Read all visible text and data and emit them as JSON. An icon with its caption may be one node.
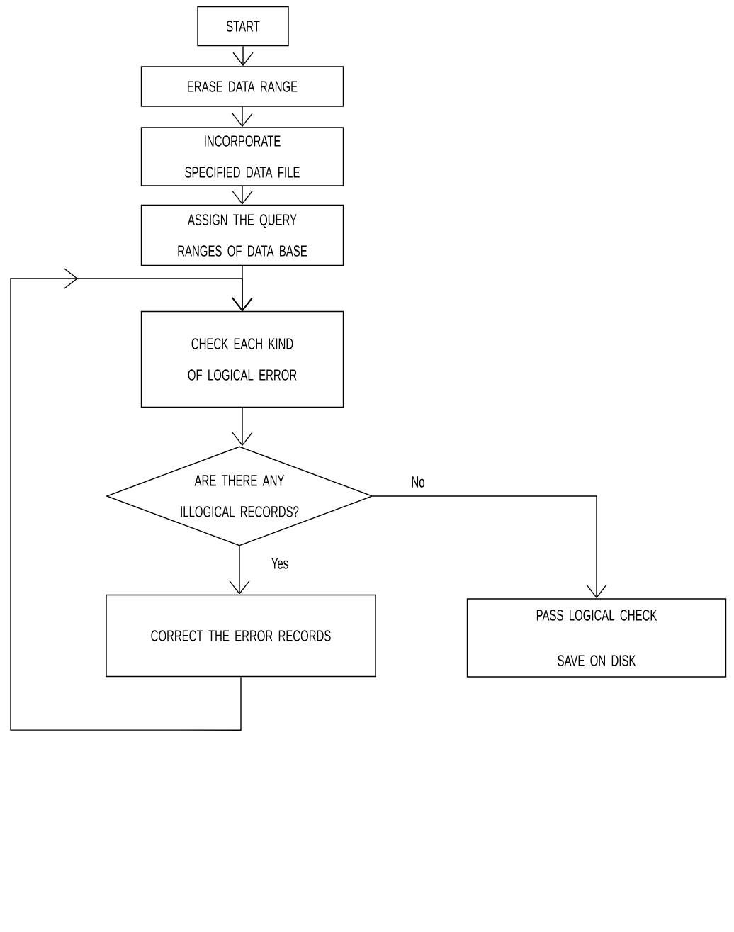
{
  "diagram": {
    "nodes": [
      {
        "text": [
          "START"
        ]
      },
      {
        "text": [
          "ERASE DATA RANGE"
        ]
      },
      {
        "text": [
          "INCORPORATE SPECIFIED DATA FILE"
        ]
      },
      {
        "text": [
          "ASSIGN THE QUERY RANGES OF DATA BASE"
        ]
      },
      {
        "text": [
          "CHECK EACH KIND OF LOGICAL ERROR"
        ]
      },
      {
        "text": [
          "ARE THERE ANY ILLOGICAL RECORDS?"
        ]
      },
      {
        "text": [
          "CORRECT THE ERROR RECORDS"
        ]
      },
      {
        "text": [
          "PASS LOGICAL CHECK",
          "SAVE ON DISK"
        ]
      }
    ],
    "edges": [
      {
        "from": 0,
        "to": 1,
        "arrow": "to"
      },
      {
        "from": 1,
        "to": 2,
        "arrow": "to"
      },
      {
        "from": 2,
        "to": 3,
        "arrow": "to"
      },
      {
        "from": 3,
        "to": 4,
        "arrow": "to"
      },
      {
        "from": 4,
        "to": 5,
        "arrow": "to"
      },
      {
        "from": 5,
        "to": 6,
        "arrow": "to",
        "label": "Yes"
      },
      {
        "from": 5,
        "to": 7,
        "arrow": "to",
        "label": "No"
      },
      {
        "from": 6,
        "to": 4,
        "arrow": "to"
      }
    ]
  }
}
